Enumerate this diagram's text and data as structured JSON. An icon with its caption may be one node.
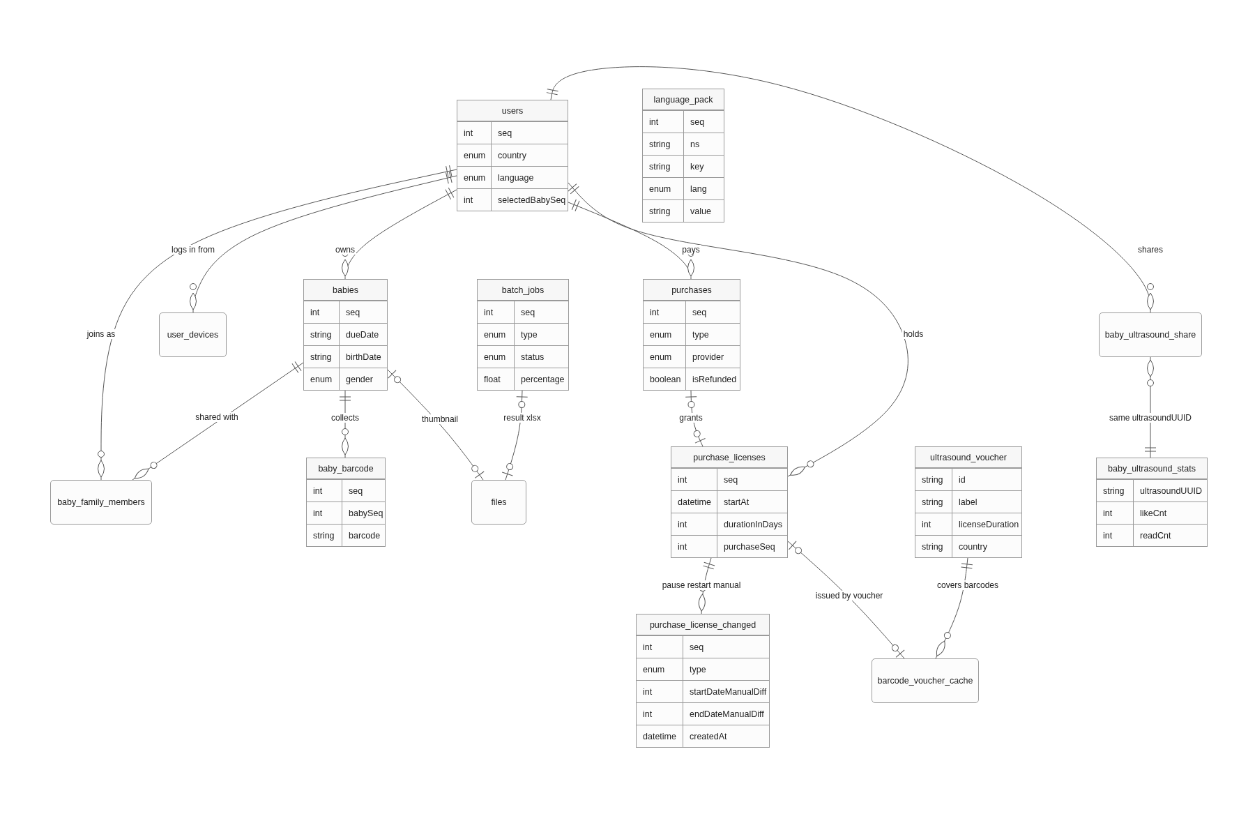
{
  "diagram": {
    "nodes": [
      {
        "text": [
          "users",
          "int",
          "seq",
          "enum",
          "country",
          "enum",
          "language",
          "int",
          "selectedBabySeq"
        ]
      },
      {
        "text": [
          "language_pack",
          "int",
          "seq",
          "string",
          "ns",
          "string",
          "key",
          "enum",
          "lang",
          "string",
          "value"
        ]
      },
      {
        "text": [
          "user_devices"
        ]
      },
      {
        "text": [
          "babies",
          "int",
          "seq",
          "string",
          "dueDate",
          "string",
          "birthDate",
          "enum",
          "gender"
        ]
      },
      {
        "text": [
          "batch_jobs",
          "int",
          "seq",
          "enum",
          "type",
          "enum",
          "status",
          "float",
          "percentage"
        ]
      },
      {
        "text": [
          "purchases",
          "int",
          "seq",
          "enum",
          "type",
          "enum",
          "provider",
          "boolean",
          "isRefunded"
        ]
      },
      {
        "text": [
          "baby_ultrasound_share"
        ]
      },
      {
        "text": [
          "baby_family_members"
        ]
      },
      {
        "text": [
          "baby_barcode",
          "int",
          "seq",
          "int",
          "babySeq",
          "string",
          "barcode"
        ]
      },
      {
        "text": [
          "files"
        ]
      },
      {
        "text": [
          "purchase_licenses",
          "int",
          "seq",
          "datetime",
          "startAt",
          "int",
          "durationInDays",
          "int",
          "purchaseSeq"
        ]
      },
      {
        "text": [
          "ultrasound_voucher",
          "string",
          "id",
          "string",
          "label",
          "int",
          "licenseDuration",
          "string",
          "country"
        ]
      },
      {
        "text": [
          "baby_ultrasound_stats",
          "string",
          "ultrasoundUUID",
          "int",
          "likeCnt",
          "int",
          "readCnt"
        ]
      },
      {
        "text": [
          "purchase_license_changed",
          "int",
          "seq",
          "enum",
          "type",
          "int",
          "startDateManualDiff",
          "int",
          "endDateManualDiff",
          "datetime",
          "createdAt"
        ]
      },
      {
        "text": [
          "barcode_voucher_cache"
        ]
      }
    ],
    "edges": [
      {
        "from": 0,
        "to": 7,
        "arrow": "other",
        "label": "joins as"
      },
      {
        "from": 0,
        "to": 2,
        "arrow": "other",
        "label": "logs in from"
      },
      {
        "from": 0,
        "to": 3,
        "arrow": "other",
        "label": "owns"
      },
      {
        "from": 0,
        "to": 5,
        "arrow": "other",
        "label": "pays"
      },
      {
        "from": 0,
        "to": 10,
        "arrow": "other",
        "label": "holds"
      },
      {
        "from": 0,
        "to": 6,
        "arrow": "other",
        "label": "shares"
      },
      {
        "from": 3,
        "to": 7,
        "arrow": "other",
        "label": "shared with"
      },
      {
        "from": 3,
        "to": 8,
        "arrow": "other",
        "label": "collects"
      },
      {
        "from": 3,
        "to": 9,
        "arrow": "other",
        "label": "thumbnail"
      },
      {
        "from": 4,
        "to": 9,
        "arrow": "other",
        "label": "result xlsx"
      },
      {
        "from": 5,
        "to": 10,
        "arrow": "other",
        "label": "grants"
      },
      {
        "from": 10,
        "to": 13,
        "arrow": "other",
        "label": "pause restart manual"
      },
      {
        "from": 10,
        "to": 14,
        "arrow": "other",
        "label": "issued by voucher"
      },
      {
        "from": 11,
        "to": 14,
        "arrow": "other",
        "label": "covers barcodes"
      },
      {
        "from": 6,
        "to": 12,
        "arrow": "other",
        "label": "same ultrasoundUUID"
      }
    ]
  }
}
